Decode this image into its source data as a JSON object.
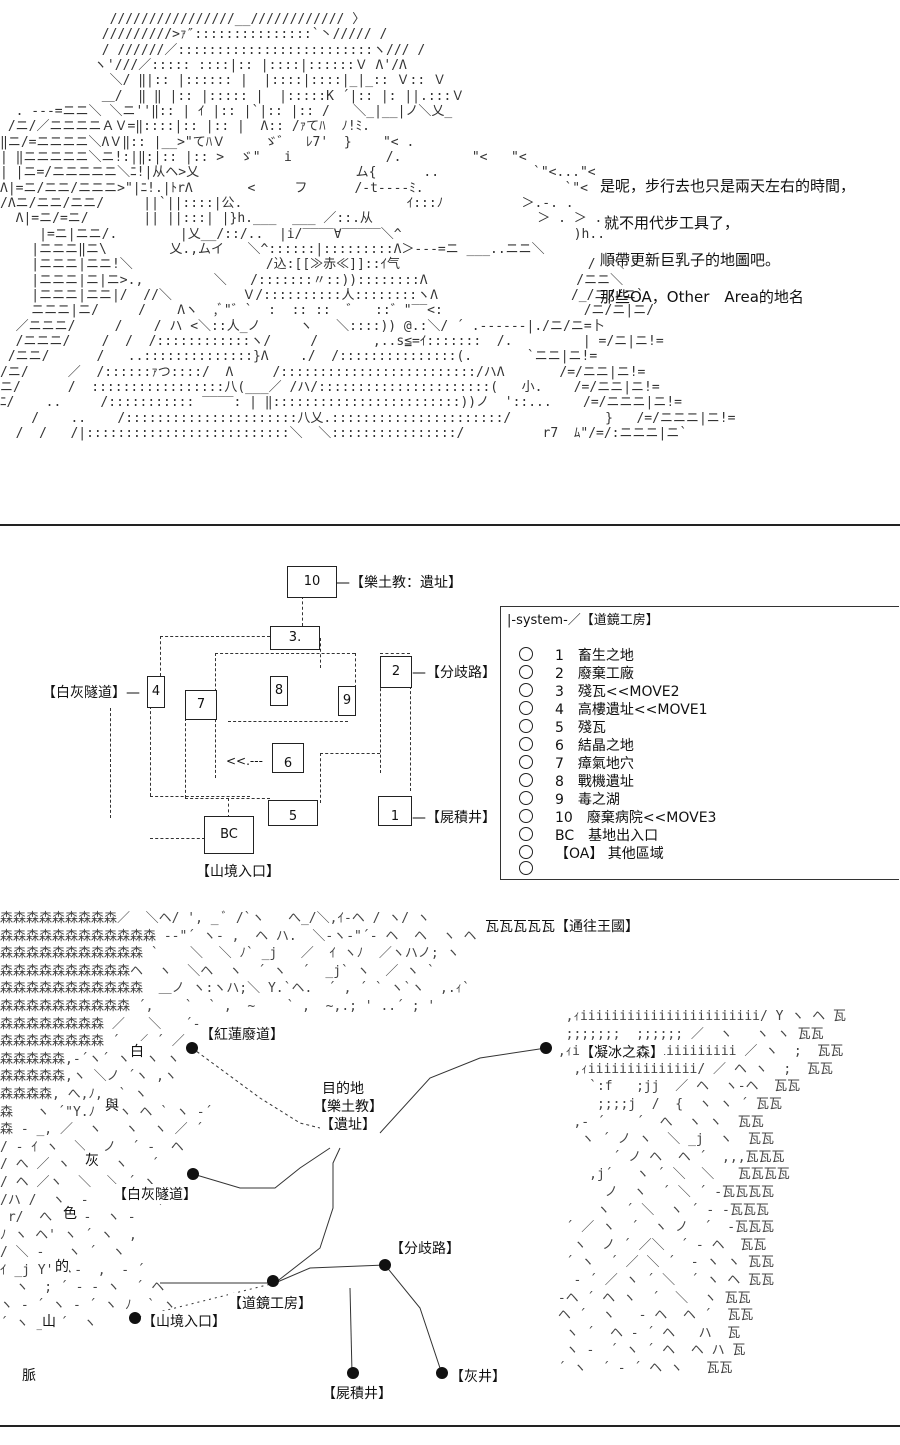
{
  "speech": {
    "line1": "是呢，步行去也只是兩天左右的時間，",
    "line2": "就不用代步工具了，",
    "line3": "順帶更新巨乳子的地圖吧。",
    "line4": "那些OA，Other　Area的地名"
  },
  "diagram": {
    "node_10": "10",
    "label_10": "—【樂土教：遺址】",
    "node_3": "3.",
    "node_2": "2",
    "label_2": "—【分歧路】",
    "node_4": "4",
    "label_4": "【白灰隧道】—",
    "node_7": "7",
    "node_8": "8",
    "node_9": "9",
    "node_6": "6",
    "node_5": "5",
    "node_1": "1",
    "label_1": "—【屍積井】",
    "node_bc": "BC",
    "label_bc": "【山境入口】",
    "small_arrow": "<<.---"
  },
  "system": {
    "header": "|-system-／【道鏡工房】",
    "items": [
      "1　畜生之地",
      "2　廢棄工廠",
      "3　殘瓦<<MOVE2",
      "4　高樓遺址<<MOVE1",
      "5　殘瓦",
      "6　結晶之地",
      "7　瘴氣地穴",
      "8　戰機遺址",
      "9　毒之湖",
      "10　廢棄病院<<MOVE3",
      "BC　基地出入口",
      "【OA】 其他區域"
    ]
  },
  "map": {
    "to_kingdom": "瓦瓦瓦瓦瓦【通往王國】",
    "red_lotus": "【紅蓮廢道】",
    "ice_forest": "【凝冰之森】",
    "destination_title": "目的地",
    "destination_line2": "【樂土教】",
    "destination_line3": "【遺址】",
    "white_ash": "【白灰隧道】",
    "fork_road": "【分歧路】",
    "workshop": "【道鏡工房】",
    "mountain_entrance": "【山境入口】",
    "ash_well": "【灰井】",
    "corpse_well": "【屍積井】",
    "char_white": "白",
    "char_and": "與",
    "char_ash": "灰",
    "char_color": "色",
    "char_of": "的",
    "char_mountain": "山",
    "char_vein": "脈"
  }
}
